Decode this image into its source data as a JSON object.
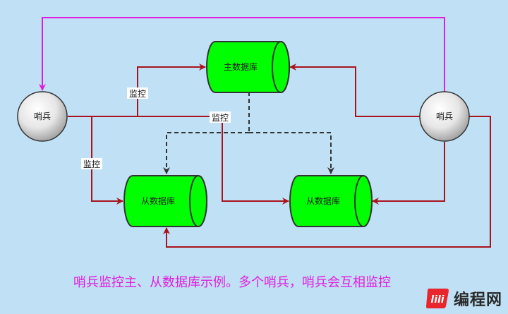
{
  "nodes": {
    "master_db": "主数据库",
    "slave_db_left": "从数据库",
    "slave_db_right": "从数据库",
    "sentinel_left": "哨兵",
    "sentinel_right": "哨兵"
  },
  "edge_labels": {
    "monitor_master": "监控",
    "monitor_slave_right": "监控",
    "monitor_slave_left": "监控"
  },
  "caption": "哨兵监控主、从数据库示例。多个哨兵，哨兵会互相监控",
  "logo": {
    "mark": "lili",
    "text": "编程网"
  },
  "colors": {
    "background": "#bfe0f5",
    "database_fill": "#00ff00",
    "monitor_line": "#a8141d",
    "sentinel_link": "#e01ee0",
    "replication_line": "#333333",
    "caption": "#e01ee0",
    "logo_mark": "#e8262c"
  }
}
